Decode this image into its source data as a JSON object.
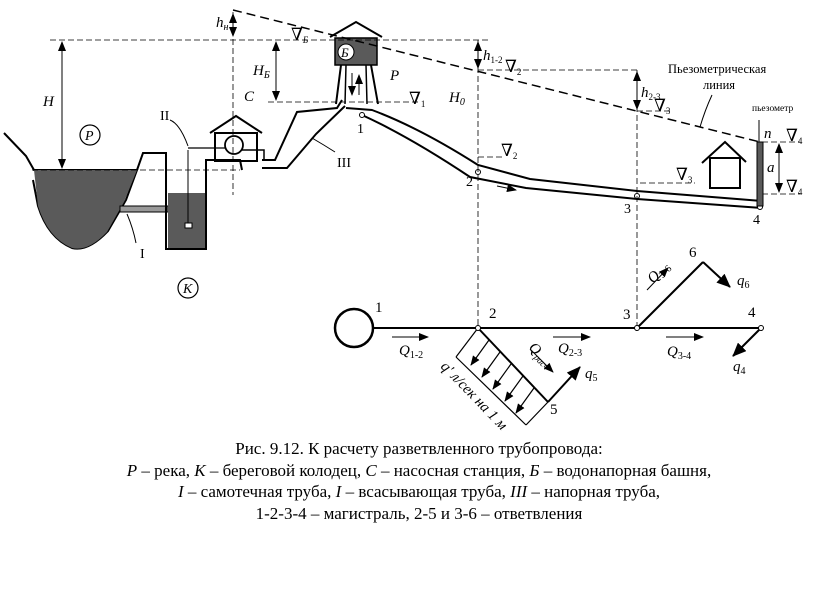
{
  "diagram": {
    "labels": {
      "hn": "h",
      "hn_sub": "н",
      "H": "H",
      "P_circle": "Р",
      "C": "C",
      "II": "II",
      "HB": "H",
      "HB_sub": "Б",
      "B_circle": "Б",
      "P_line": "Р",
      "h12": "h",
      "h12_sub": "1-2",
      "level_B": "∇",
      "level_B_sub": "Б",
      "level_2": "∇",
      "level_2_sub": "2",
      "level_1": "∇",
      "level_1_sub": "1",
      "H0": "H",
      "H0_sub": "0",
      "level_2_pipe": "∇",
      "level_2_pipe_sub": "2",
      "pt1": "1",
      "pt2": "2",
      "pt3": "3",
      "pt4": "4",
      "III": "III",
      "I": "I",
      "K_circle": "К",
      "piezo_line1": "Пьезометрическая",
      "piezo_line2": "линия",
      "h23": "h",
      "h23_sub": "2-3",
      "level_3": "∇",
      "level_3_sub": "3",
      "level_3b": "∇",
      "level_3b_sub": "3",
      "piezometer": "пьезометр",
      "n": "n",
      "a": "a",
      "level_4a": "∇",
      "level_4a_sub": "4",
      "level_4b": "∇",
      "level_4b_sub": "4"
    },
    "network": {
      "n1": "1",
      "n2": "2",
      "n3": "3",
      "n4": "4",
      "n5": "5",
      "n6": "6",
      "Q12": "Q",
      "Q12_sub": "1-2",
      "Q23": "Q",
      "Q23_sub": "2-3",
      "Q34": "Q",
      "Q34_sub": "3-4",
      "Q36": "Q",
      "Q36_sub": "3-6",
      "Qrasch": "Q",
      "Qrasch_sub": "расч",
      "q_per_m": "q' л/сек на 1 м",
      "q4": "q",
      "q4_sub": "4",
      "q5": "q",
      "q5_sub": "5",
      "q6": "q",
      "q6_sub": "6"
    }
  },
  "caption": {
    "line1": "Рис. 9.12. К расчету разветвленного трубопровода:",
    "line2_a": "Р",
    "line2_b": " – река, ",
    "line2_c": "К",
    "line2_d": " – береговой колодец, ",
    "line2_e": "С",
    "line2_f": " – насосная станция, ",
    "line2_g": "Б",
    "line2_h": " – водонапорная башня,",
    "line3_a": "I",
    "line3_b": " – самотечная труба, ",
    "line3_c": "I",
    "line3_d": " – всасывающая труба, ",
    "line3_e": "III",
    "line3_f": " – напорная труба,",
    "line4": "1-2-3-4 – магистраль, 2-5 и 3-6 – ответвления"
  }
}
